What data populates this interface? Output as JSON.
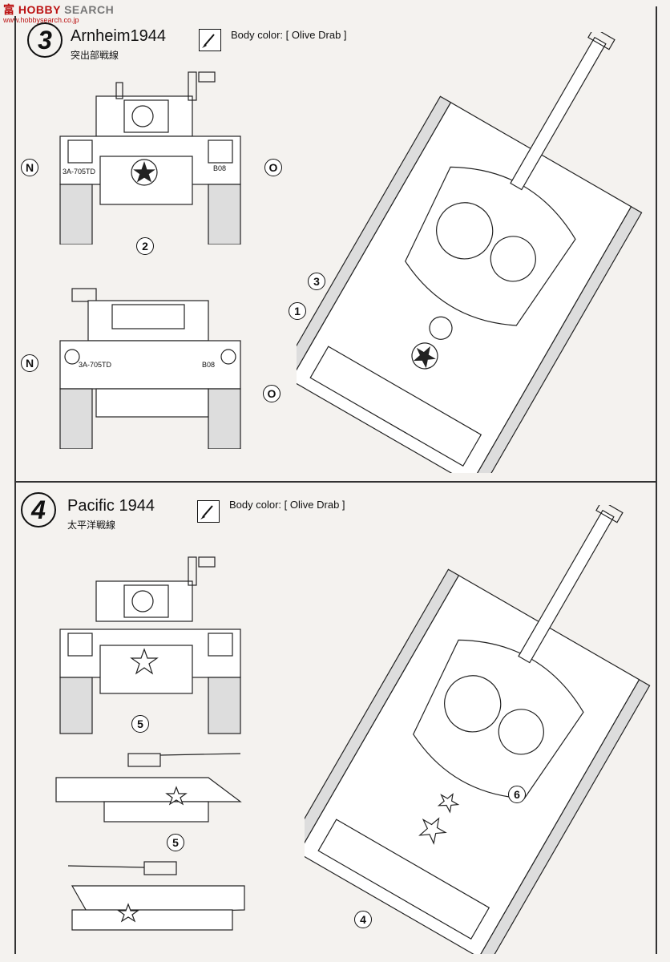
{
  "watermark": {
    "brand": "HOBBY",
    "sub": "SEARCH",
    "prefix": "富",
    "url": "www.hobbysearch.co.jp"
  },
  "sections": [
    {
      "number": "3",
      "title": "Arnheim1944",
      "subtitle": "突出部戦線",
      "body_color_label": "Body color:",
      "body_color_value": "[ Olive Drab ]",
      "callouts": [
        "N",
        "O",
        "2",
        "N",
        "O",
        "3",
        "1"
      ],
      "markings": {
        "plate_left": "3A-705TD",
        "plate_right": "B08"
      }
    },
    {
      "number": "4",
      "title": "Pacific 1944",
      "subtitle": "太平洋戦線",
      "body_color_label": "Body color:",
      "body_color_value": "[ Olive Drab ]",
      "callouts": [
        "5",
        "5",
        "6",
        "4"
      ]
    }
  ]
}
